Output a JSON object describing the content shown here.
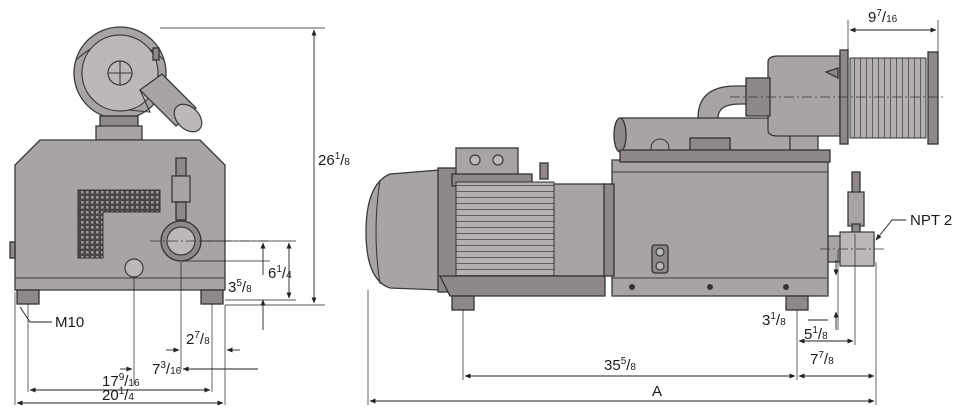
{
  "dimensions": {
    "height_total": {
      "whole": "26",
      "num": "1",
      "den": "8"
    },
    "inlet_height": {
      "whole": "6",
      "num": "1",
      "den": "4"
    },
    "port_height": {
      "whole": "3",
      "num": "5",
      "den": "8"
    },
    "port_offset": {
      "whole": "2",
      "num": "7",
      "den": "8"
    },
    "half_width": {
      "whole": "7",
      "num": "3",
      "den": "16"
    },
    "foot_span": {
      "whole": "17",
      "num": "9",
      "den": "16"
    },
    "width_total": {
      "whole": "20",
      "num": "1",
      "den": "4"
    },
    "foot_thread": "M10",
    "filter_length": {
      "whole": "9",
      "num": "7",
      "den": "16"
    },
    "foot_to_end": {
      "whole": "35",
      "num": "5",
      "den": "8"
    },
    "overall_length": "A",
    "foot_height": {
      "whole": "3",
      "num": "1",
      "den": "8"
    },
    "outlet_offset_a": {
      "whole": "5",
      "num": "1",
      "den": "8"
    },
    "outlet_offset_b": {
      "whole": "7",
      "num": "7",
      "den": "8"
    },
    "outlet_thread": "NPT 2"
  }
}
